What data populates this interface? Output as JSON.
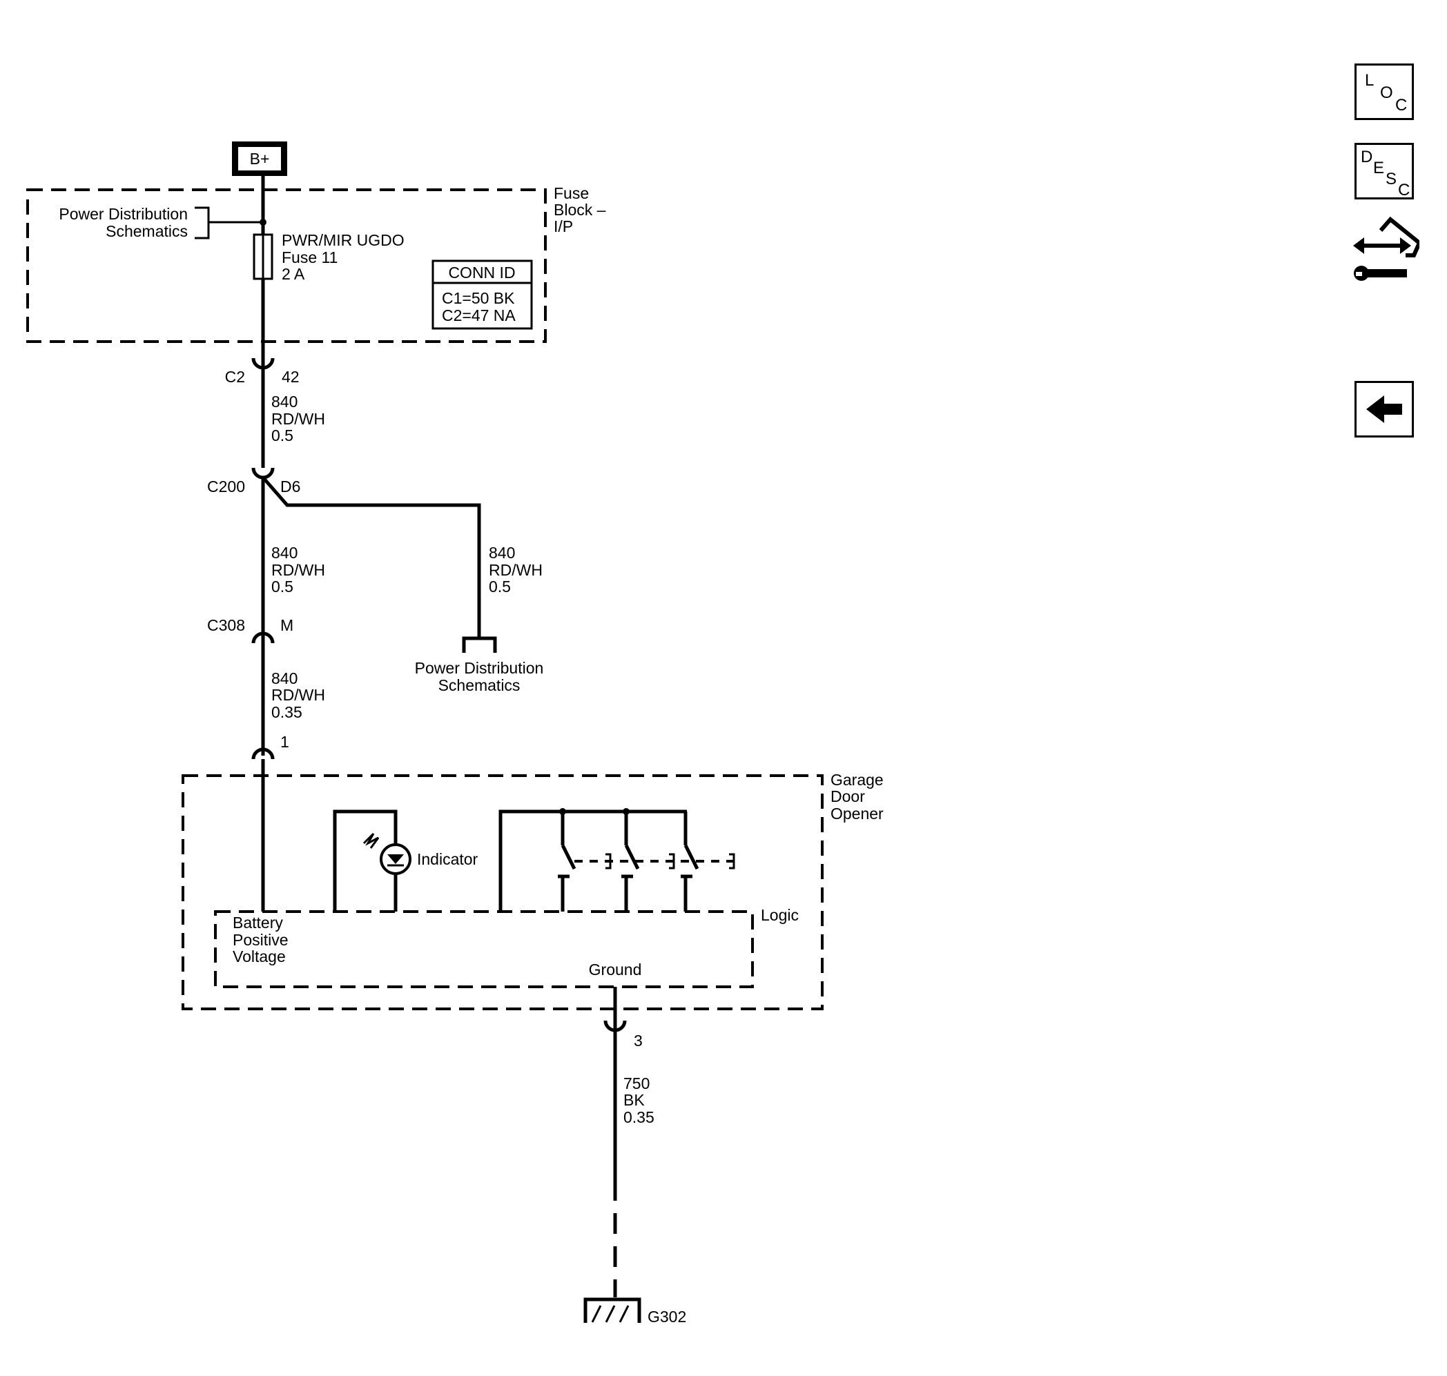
{
  "supply": {
    "label": "B+"
  },
  "fuse_block": {
    "name_lines": [
      "Fuse",
      "Block –",
      "I/P"
    ],
    "feed_ref_lines": [
      "Power Distribution",
      "Schematics"
    ],
    "fuse_lines": [
      "PWR/MIR UGDO",
      "Fuse 11",
      "2 A"
    ],
    "conn_id": {
      "title": "CONN ID",
      "rows": [
        "C1=50 BK",
        "C2=47 NA"
      ]
    }
  },
  "connectors": {
    "c2": {
      "id": "C2",
      "pin": "42"
    },
    "c200": {
      "id": "C200",
      "pin": "D6"
    },
    "c308": {
      "id": "C308",
      "pin": "M"
    },
    "gdo_pin1": {
      "pin": "1"
    },
    "gdo_pin3": {
      "pin": "3"
    }
  },
  "wires": {
    "w1": [
      "840",
      "RD/WH",
      "0.5"
    ],
    "w2": [
      "840",
      "RD/WH",
      "0.5"
    ],
    "w3": [
      "840",
      "RD/WH",
      "0.5"
    ],
    "w4": [
      "840",
      "RD/WH",
      "0.35"
    ],
    "w5": [
      "750",
      "BK",
      "0.35"
    ]
  },
  "branch_ref_lines": [
    "Power Distribution",
    "Schematics"
  ],
  "garage_door_opener": {
    "name_lines": [
      "Garage",
      "Door",
      "Opener"
    ],
    "indicator_label": "Indicator",
    "logic_label": "Logic",
    "battery_lines": [
      "Battery",
      "Positive",
      "Voltage"
    ],
    "ground_label": "Ground"
  },
  "ground": {
    "id": "G302"
  },
  "nav": {
    "loc": {
      "icon": "loc-icon",
      "letters": [
        "L",
        "O",
        "C"
      ]
    },
    "desc": {
      "icon": "desc-icon",
      "letters": [
        "D",
        "E",
        "S",
        "C"
      ]
    },
    "connector_icon": "connector-wrench-icon",
    "back_icon": "back-arrow-icon"
  }
}
